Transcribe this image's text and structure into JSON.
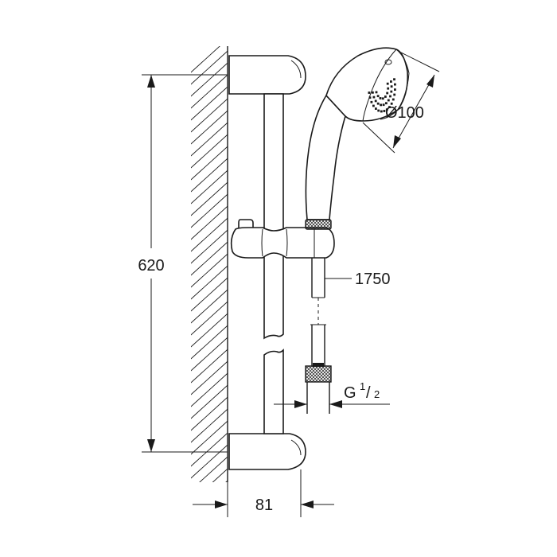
{
  "drawing": {
    "dimensions": {
      "height_label": "620",
      "head_diameter_label": "Ø100",
      "hose_length_label": "1750",
      "thread_label_main": "G",
      "thread_label_numerator": "1",
      "thread_label_denominator": "2",
      "wall_projection_label": "81"
    }
  }
}
